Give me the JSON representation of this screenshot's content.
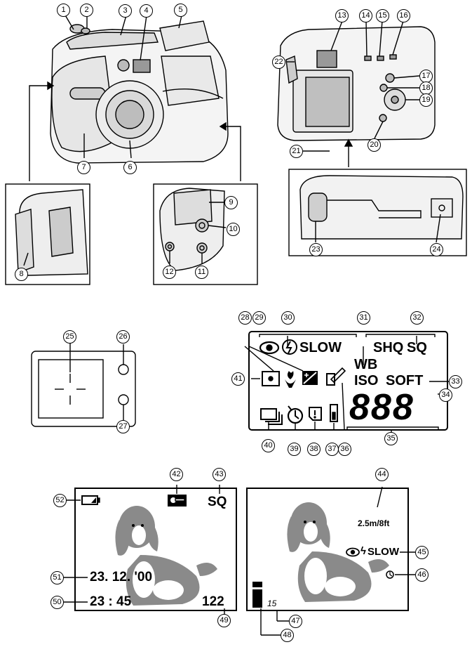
{
  "callouts": [
    "1",
    "2",
    "3",
    "4",
    "5",
    "6",
    "7",
    "8",
    "9",
    "10",
    "11",
    "12",
    "13",
    "14",
    "15",
    "16",
    "17",
    "18",
    "19",
    "20",
    "21",
    "22",
    "23",
    "24",
    "25",
    "26",
    "27",
    "28",
    "29",
    "30",
    "31",
    "32",
    "33",
    "34",
    "35",
    "36",
    "37",
    "38",
    "39",
    "40",
    "41",
    "42",
    "43",
    "44",
    "45",
    "46",
    "47",
    "48",
    "49",
    "50",
    "51",
    "52"
  ],
  "control_panel": {
    "flash_mode": "SLOW",
    "quality_shq": "SHQ",
    "quality_sq": "SQ",
    "white_balance": "WB",
    "iso": "ISO",
    "soft": "SOFT",
    "digits": "888"
  },
  "monitor_left": {
    "quality": "SQ",
    "date": "23. 12. '00",
    "time": "23 : 45",
    "frame_count": "122"
  },
  "monitor_right": {
    "flash_range": "2.5m/8ft",
    "flash_mode": "SLOW",
    "shutter_speed": "15"
  },
  "colors": {
    "ink": "#000000",
    "dog": "#8a8a8a",
    "paper": "#ffffff"
  }
}
